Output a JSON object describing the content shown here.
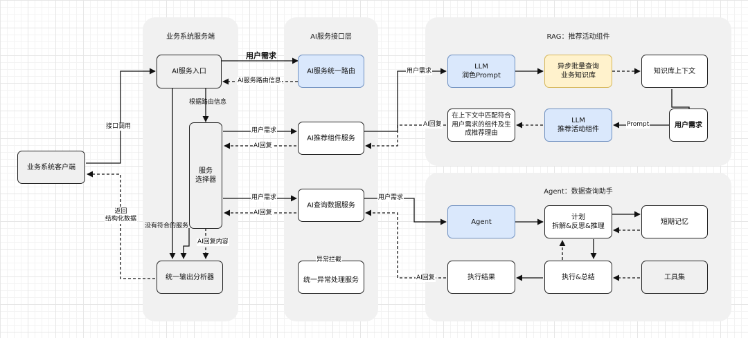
{
  "groups": {
    "business": "业务系统服务端",
    "api_layer": "AI服务接口层",
    "rag": "RAG：推荐活动组件",
    "agent": "Agent：数据查询助手"
  },
  "nodes": {
    "client": "业务系统客户端",
    "ai_entry": "AI服务入口",
    "selector": "服务\n选择器",
    "output_analyzer": "统一输出分析器",
    "router": "AI服务统一路由",
    "recommend_service": "AI推荐组件服务",
    "query_service": "AI查询数据服务",
    "exception_title": "异常拦截",
    "exception_service": "统一异常处理服务",
    "llm_polish": "LLM\n润色Prompt",
    "async_query": "异步批量查询\n业务知识库",
    "kb_context": "知识库上下文",
    "match_reason": "在上下文中匹配符合\n用户需求的组件及生\n成推荐理由",
    "llm_recommend": "LLM\n推荐活动组件",
    "user_need_rag": "用户需求",
    "agent": "Agent",
    "plan": "计划\n拆解&反思&推理",
    "short_memory": "短期记忆",
    "exec_result": "执行结果",
    "exec_summary": "执行&总结",
    "toolset": "工具集"
  },
  "edge_labels": {
    "interface_call": "接口调用",
    "user_need_main": "用户需求",
    "router_info": "AI服务路由信息",
    "route_by_info": "根据路由信息",
    "user_need_recommend": "用户需求",
    "ai_reply_recommend": "AI回复",
    "user_need_query": "用户需求",
    "ai_reply_query": "AI回复",
    "no_service": "没有符合的服务",
    "ai_reply_content": "AI回复内容",
    "return_structured": "返回\n结构化数据",
    "user_need_rag_edge": "用户需求",
    "ai_reply_rag": "AI回复",
    "prompt": "Prompt",
    "user_need_agent_edge": "用户需求",
    "ai_reply_agent": "AI回复"
  },
  "colors": {
    "blue_fill": "#dae8fc",
    "blue_stroke": "#6c8ebf",
    "yellow_fill": "#fff2cc",
    "yellow_stroke": "#d6b656",
    "group_bg": "#f1f1f1"
  }
}
